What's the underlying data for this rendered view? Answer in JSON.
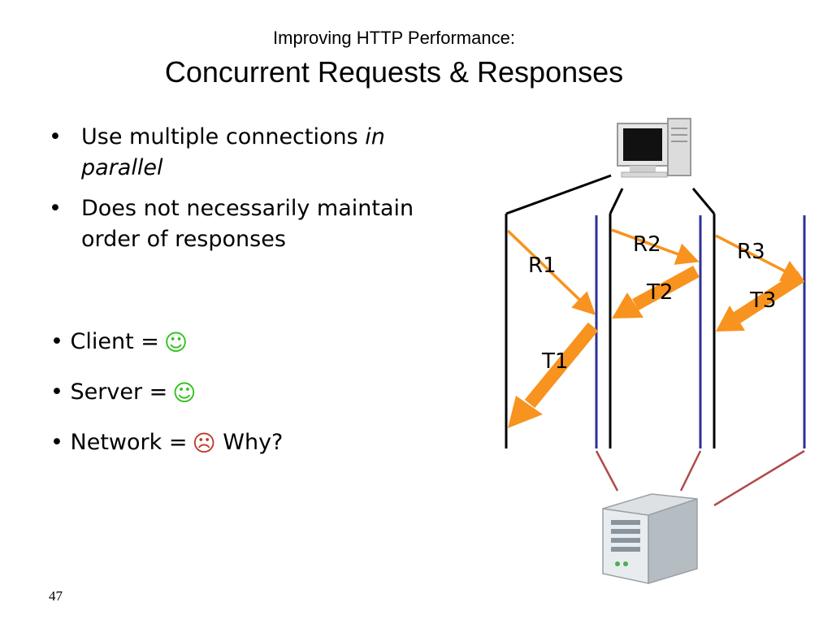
{
  "header": {
    "subtitle": "Improving HTTP Performance:",
    "title": "Concurrent Requests & Responses"
  },
  "bullets": [
    {
      "text": "Use multiple connections ",
      "emphasis": "in parallel"
    },
    {
      "text": "Does not necessarily maintain order of responses",
      "emphasis": ""
    }
  ],
  "status": [
    {
      "label": "Client =",
      "face": "☺",
      "mood": "happy",
      "extra": ""
    },
    {
      "label": "Server =",
      "face": "☺",
      "mood": "happy",
      "extra": ""
    },
    {
      "label": "Network =",
      "face": "☹",
      "mood": "sad",
      "extra": "Why?"
    }
  ],
  "diagram": {
    "requests": [
      "R1",
      "R2",
      "R3"
    ],
    "responses": [
      "T1",
      "T2",
      "T3"
    ],
    "colors": {
      "arrow": "#f7931e",
      "server_line": "#2e3192",
      "client_line": "#000000",
      "link": "#b04a4a"
    },
    "icons": [
      "client-computer-icon",
      "server-icon"
    ]
  },
  "page_number": "47"
}
